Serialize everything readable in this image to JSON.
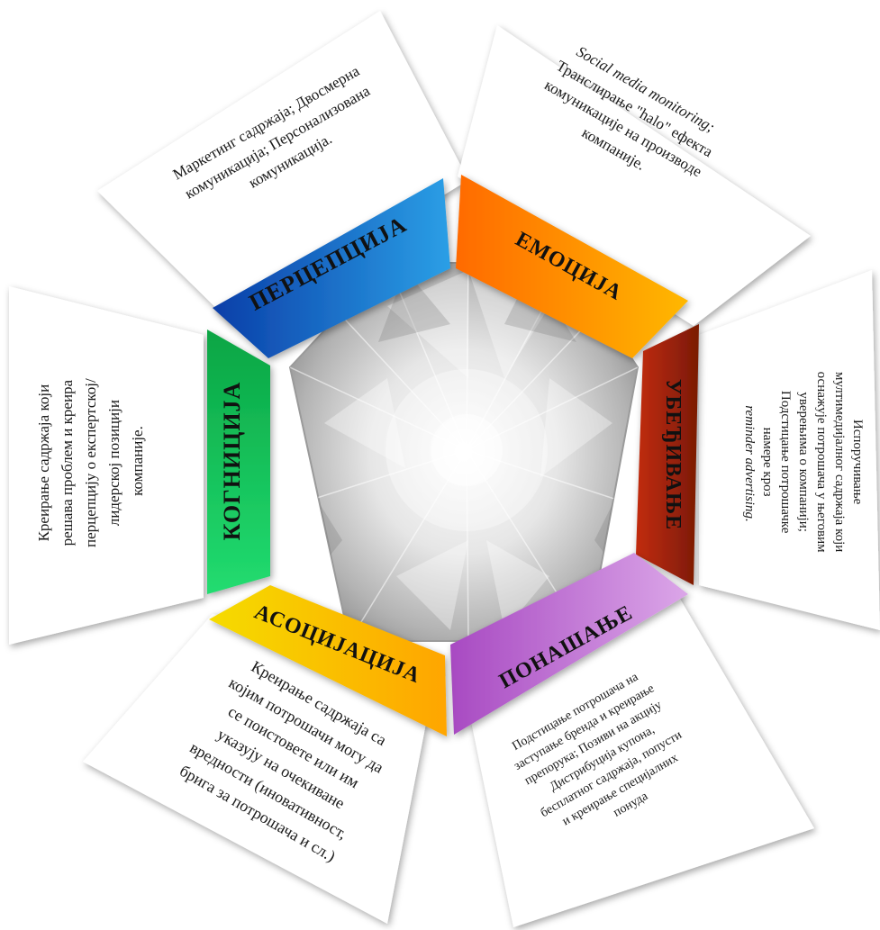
{
  "segments": {
    "perception": {
      "label": "ПЕРЦЕПЦИЈА",
      "color_from": "#0a3ea8",
      "color_to": "#2b9fe6",
      "text": [
        "Маркетинг садржаја; Двосмерна",
        "комуникација; Персонализована",
        "комуникација."
      ]
    },
    "emotion": {
      "label": "ЕМОЦИЈА",
      "color_from": "#ff6a00",
      "color_to": "#ffb800",
      "text_italic": "Social media monitoring;",
      "text": [
        "Транслирање \"halo\" ефекта",
        "комуникације на производе",
        "компаније."
      ]
    },
    "persuasion": {
      "label": "УБЕЂИВАЊЕ",
      "color_from": "#b8260b",
      "color_to": "#7a1a05",
      "text": [
        "Испоручивање",
        "мултимедијалног садржаја који",
        "оснажује потрошача у његовим",
        "уверењима о компанији;",
        "Подстицање потрошачке",
        "намере кроз"
      ],
      "text_italic": "reminder advertising."
    },
    "behavior": {
      "label": "ПОНАШАЊЕ",
      "color_from": "#b05ac8",
      "color_to": "#d9a0e6",
      "text": [
        "Подстицање потрошача на",
        "заступање бренда и креирање",
        "препорука; Позиви на акцију",
        "Дистрибуција купона,",
        "бесплатног садржаја, попусти",
        "и креирање специјалних",
        "понуда"
      ]
    },
    "association": {
      "label": "АСОЦИЈАЦИЈА",
      "color_from": "#f2d600",
      "color_to": "#ffaa00",
      "text": [
        "Креирање садржаја са",
        "којим потрошачи могу да",
        "се поистовете или им",
        "указују на очекиване",
        "вредности (иновативност,",
        "брига за потрошача и сл.)"
      ]
    },
    "cognition": {
      "label": "КОГНИЦИЈА",
      "color_from": "#0bb04a",
      "color_to": "#19d86a",
      "text": [
        "Креирање садржаја који",
        "решава проблем и креира",
        "перцепцију о експертској/",
        "лидерској позицији",
        "компаније."
      ]
    }
  },
  "center": {
    "image": "diamond"
  }
}
